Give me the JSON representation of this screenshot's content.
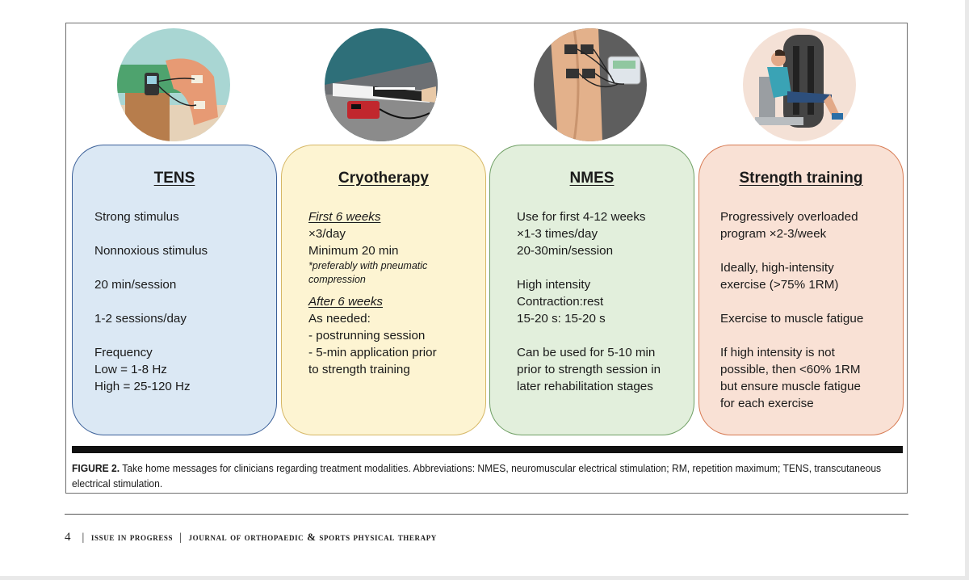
{
  "figure": {
    "cards": [
      {
        "title": "TENS",
        "lines": [
          "Strong stimulus",
          "",
          "Nonnoxious stimulus",
          "",
          "20 min/session",
          "",
          "1-2 sessions/day",
          "",
          "Frequency",
          "Low = 1-8 Hz",
          "High = 25-120 Hz"
        ]
      },
      {
        "title": "Cryotherapy",
        "first_heading": "First 6 weeks",
        "first_lines": [
          "×3/day",
          "Minimum 20 min"
        ],
        "note": "*preferably with pneumatic compression",
        "second_heading": "After 6 weeks",
        "second_lines": [
          "As needed:",
          "- postrunning session",
          "- 5-min application prior",
          "to strength training"
        ]
      },
      {
        "title": "NMES",
        "lines": [
          "Use for first 4-12 weeks",
          "×1-3 times/day",
          "20-30min/session",
          "",
          "High intensity",
          "Contraction:rest",
          "15-20 s: 15-20 s",
          "",
          "Can be used for 5-10 min",
          "prior to strength session in",
          "later rehabilitation stages"
        ]
      },
      {
        "title": "Strength training",
        "lines": [
          "Progressively overloaded",
          "program ×2-3/week",
          "",
          "Ideally, high-intensity",
          "exercise (>75% 1RM)",
          "",
          "Exercise to muscle fatigue",
          "",
          "If high intensity is not",
          "possible, then <60% 1RM",
          "but ensure muscle fatigue",
          "for each exercise"
        ]
      }
    ],
    "caption_label": "FIGURE 2.",
    "caption_text": " Take home messages for clinicians regarding treatment modalities. Abbreviations: NMES, neuromuscular electrical stimulation; RM, repetition maximum; TENS, transcutaneous electrical stimulation."
  },
  "footer": {
    "page_number": "4",
    "issue": "ISSUE IN PROGRESS",
    "journal": "JOURNAL OF ORTHOPAEDIC & SPORTS PHYSICAL THERAPY"
  },
  "colors": {
    "tens": "#dbe8f4",
    "cryotherapy": "#fdf4d2",
    "nmes": "#e2efdc",
    "strength": "#f9e1d5"
  },
  "icons": [
    "tens-device-illustration",
    "cryotherapy-illustration",
    "nmes-device-illustration",
    "strength-machine-illustration"
  ]
}
